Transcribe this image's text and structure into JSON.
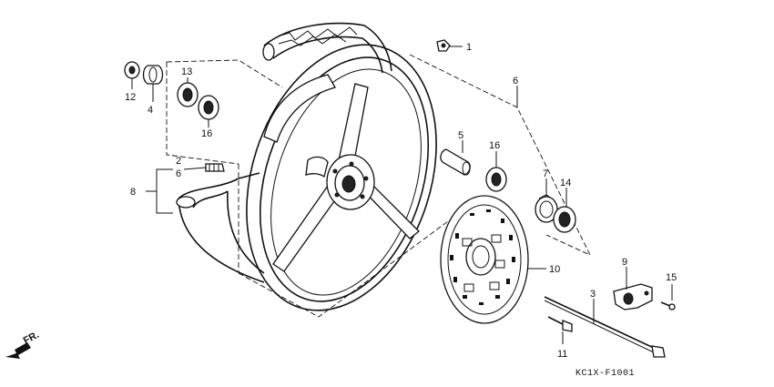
{
  "diagram": {
    "drawing_code": "KC1X-F1001",
    "direction_label": "FR.",
    "callouts": [
      {
        "id": "c1",
        "text": "1"
      },
      {
        "id": "c2",
        "text": "2"
      },
      {
        "id": "c3",
        "text": "3"
      },
      {
        "id": "c4",
        "text": "4"
      },
      {
        "id": "c5",
        "text": "5"
      },
      {
        "id": "c6a",
        "text": "6"
      },
      {
        "id": "c6b",
        "text": "6"
      },
      {
        "id": "c7",
        "text": "7"
      },
      {
        "id": "c8",
        "text": "8"
      },
      {
        "id": "c9",
        "text": "9"
      },
      {
        "id": "c10",
        "text": "10"
      },
      {
        "id": "c11",
        "text": "11"
      },
      {
        "id": "c12",
        "text": "12"
      },
      {
        "id": "c13",
        "text": "13"
      },
      {
        "id": "c14",
        "text": "14"
      },
      {
        "id": "c15",
        "text": "15"
      },
      {
        "id": "c16a",
        "text": "16"
      },
      {
        "id": "c16b",
        "text": "16"
      }
    ]
  }
}
